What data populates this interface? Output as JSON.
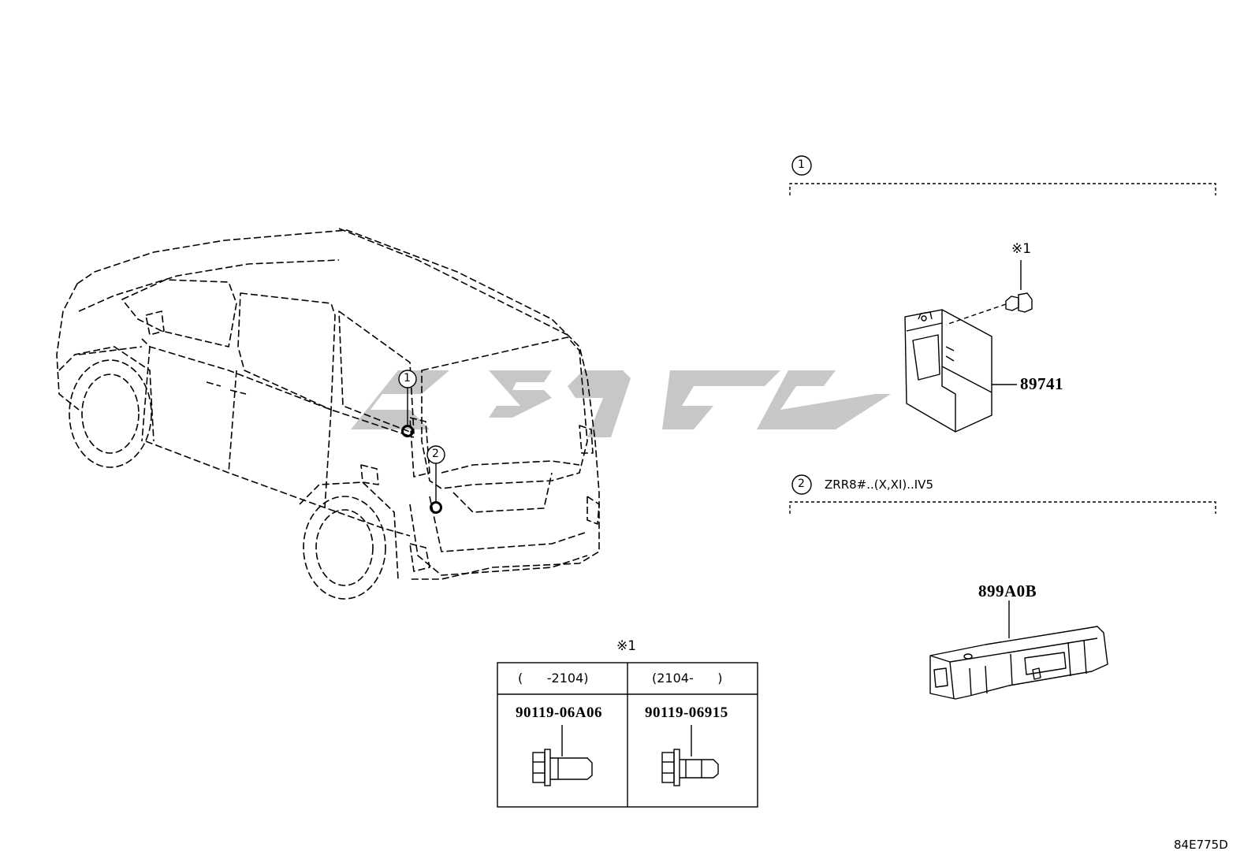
{
  "illustration_code": "84E775D",
  "watermark": "GPSC",
  "vehicle": {
    "callouts": [
      "1",
      "2"
    ]
  },
  "sections": [
    {
      "number": "1",
      "condition": "",
      "note": "※1",
      "part_number": "89741"
    },
    {
      "number": "2",
      "condition": "ZRR8#..(X,XI)..IV5",
      "part_number": "899A0B"
    }
  ],
  "bolt_table": {
    "note": "※1",
    "columns": [
      {
        "period": "(      -2104)",
        "part_number": "90119-06A06"
      },
      {
        "period": "(2104-      )",
        "part_number": "90119-06915"
      }
    ]
  }
}
